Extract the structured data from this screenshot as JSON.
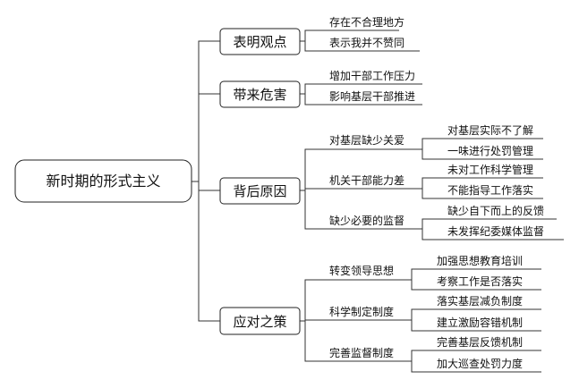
{
  "mindmap": {
    "root": "新时期的形式主义",
    "branches": [
      {
        "label": "表明观点",
        "leaves": [
          "存在不合理地方",
          "表示我并不赞同"
        ]
      },
      {
        "label": "带来危害",
        "leaves": [
          "增加干部工作压力",
          "影响基层干部推进"
        ]
      },
      {
        "label": "背后原因",
        "groups": [
          {
            "label": "对基层缺少关爱",
            "leaves": [
              "对基层实际不了解",
              "一味进行处罚管理"
            ]
          },
          {
            "label": "机关干部能力差",
            "leaves": [
              "未对工作科学管理",
              "不能指导工作落实"
            ]
          },
          {
            "label": "缺少必要的监督",
            "leaves": [
              "缺少自下而上的反馈",
              "未发挥纪委媒体监督"
            ]
          }
        ]
      },
      {
        "label": "应对之策",
        "groups": [
          {
            "label": "转变领导思想",
            "leaves": [
              "加强思想教育培训",
              "考察工作是否落实"
            ]
          },
          {
            "label": "科学制定制度",
            "leaves": [
              "落实基层减负制度",
              "建立激励容错机制"
            ]
          },
          {
            "label": "完善监督制度",
            "leaves": [
              "完善基层反馈机制",
              "加大巡查处罚力度"
            ]
          }
        ]
      }
    ]
  }
}
